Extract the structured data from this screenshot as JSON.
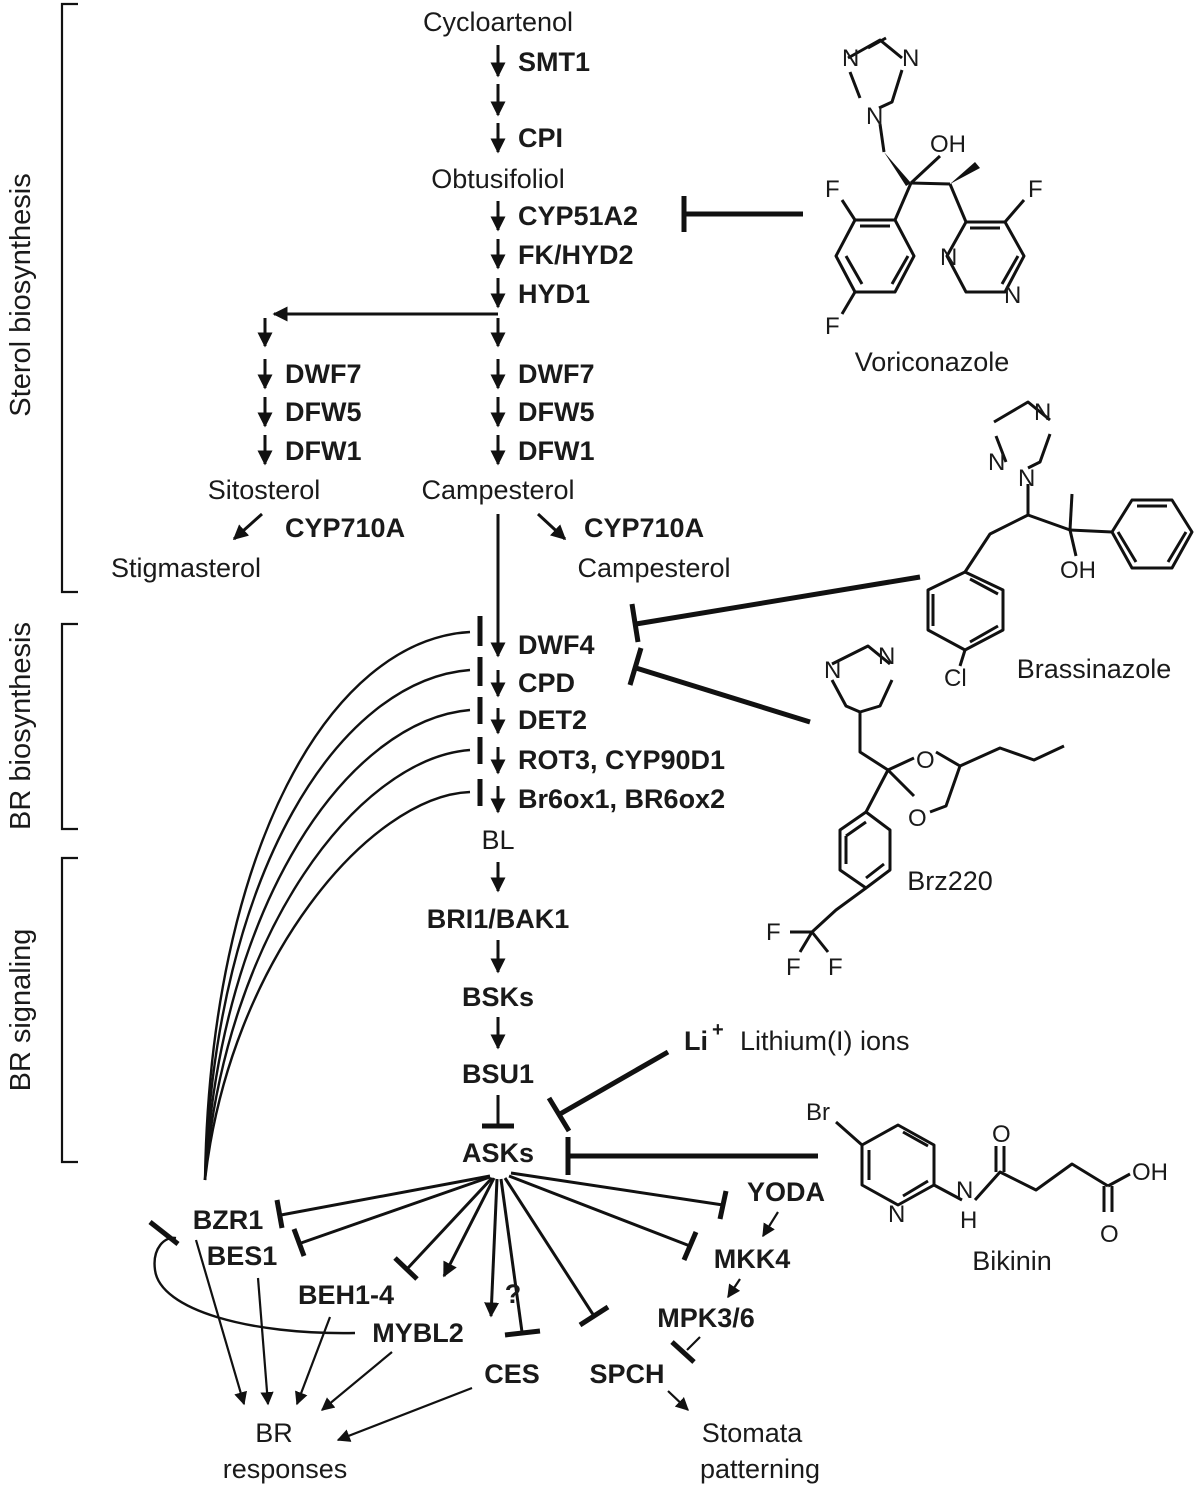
{
  "sections": {
    "sterol": "Sterol biosynthesis",
    "br_bio": "BR biosynthesis",
    "br_sig": "BR signaling"
  },
  "metabolites": {
    "cycloartenol": "Cycloartenol",
    "obtusifoliol": "Obtusifoliol",
    "sitosterol": "Sitosterol",
    "campesterol": "Campesterol",
    "stigmasterol": "Stigmasterol",
    "campesterol2": "Campesterol",
    "bl": "BL"
  },
  "enzymes": {
    "smt1": "SMT1",
    "cpi": "CPI",
    "cyp51a2": "CYP51A2",
    "fk_hyd2": "FK/HYD2",
    "hyd1": "HYD1",
    "dwf7_left": "DWF7",
    "dfw5_left": "DFW5",
    "dfw1_left": "DFW1",
    "dwf7_right": "DWF7",
    "dfw5_right": "DFW5",
    "dfw1_right": "DFW1",
    "cyp710a_left": "CYP710A",
    "cyp710a_right": "CYP710A",
    "dwf4": "DWF4",
    "cpd": "CPD",
    "det2": "DET2",
    "rot3": "ROT3, CYP90D1",
    "br6ox": "Br6ox1, BR6ox2"
  },
  "signaling": {
    "bri1": "BRI1/BAK1",
    "bsks": "BSKs",
    "bsu1": "BSU1",
    "asks": "ASKs",
    "bzr1": "BZR1",
    "bes1": "BES1",
    "beh": "BEH1-4",
    "mybl2": "MYBL2",
    "ces": "CES",
    "spch": "SPCH",
    "yoda": "YODA",
    "mkk4": "MKK4",
    "mpk": "MPK3/6",
    "question": "?",
    "br_responses_1": "BR",
    "br_responses_2": "responses",
    "stomata_1": "Stomata",
    "stomata_2": "patterning"
  },
  "inhibitors": {
    "voriconazole": "Voriconazole",
    "brassinazole": "Brassinazole",
    "brz220": "Brz220",
    "bikinin": "Bikinin",
    "li_symbol": "Li",
    "li_charge": "+",
    "li_name": "Lithium(I) ions"
  },
  "atoms": {
    "N": "N",
    "F": "F",
    "OH": "OH",
    "Cl": "Cl",
    "O": "O",
    "Br": "Br",
    "H": "H"
  }
}
